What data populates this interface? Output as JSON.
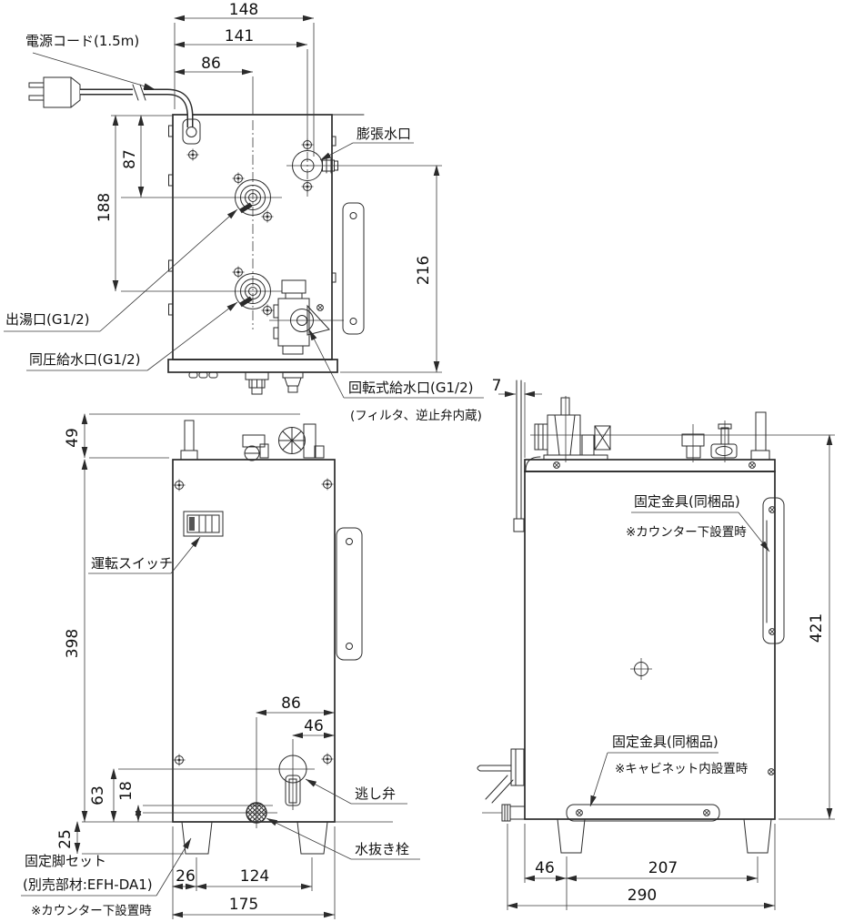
{
  "drawing": {
    "front_view": {
      "labels": {
        "power_cord": "電源コード(1.5m)",
        "expansion_port": "膨張水口",
        "hot_water_outlet": "出湯口(G1/2)",
        "equal_pressure_inlet": "同圧給水口(G1/2)",
        "rotary_inlet": "回転式給水口(G1/2)",
        "rotary_inlet_note": "(フィルタ、逆止弁内蔵)"
      },
      "dims": {
        "d148": "148",
        "d141": "141",
        "d86": "86",
        "d87": "87",
        "d188": "188",
        "d216": "216"
      }
    },
    "back_view": {
      "labels": {
        "operation_switch": "運転スイッチ",
        "relief_valve": "逃し弁",
        "drain_plug": "水抜き栓",
        "fixing_leg_line1": "固定脚セット",
        "fixing_leg_line2": "(別売部材:EFH-DA1)",
        "fixing_leg_line3": "※カウンター下設置時"
      },
      "dims": {
        "d49": "49",
        "d398": "398",
        "d86": "86",
        "d46": "46",
        "d63": "63",
        "d18": "18",
        "d25": "25",
        "d26": "26",
        "d124": "124",
        "d175": "175"
      }
    },
    "side_view": {
      "labels": {
        "bracket_top_line1": "固定金具(同梱品)",
        "bracket_top_line2": "※カウンター下設置時",
        "bracket_bottom_line1": "固定金具(同梱品)",
        "bracket_bottom_line2": "※キャビネット内設置時"
      },
      "dims": {
        "d7": "7",
        "d421": "421",
        "d46": "46",
        "d207": "207",
        "d290": "290"
      }
    }
  }
}
